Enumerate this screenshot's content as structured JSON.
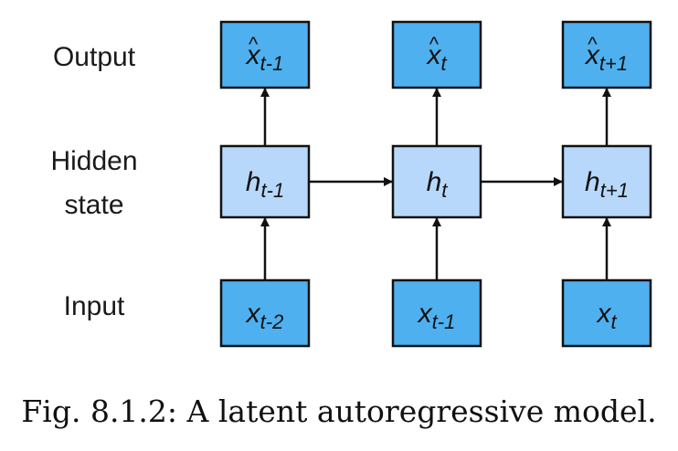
{
  "row_labels": {
    "output": "Output",
    "hidden_line1": "Hidden",
    "hidden_line2": "state",
    "input": "Input"
  },
  "columns": [
    {
      "output": {
        "base": "x",
        "hat": "^",
        "sub": "t-1"
      },
      "hidden": {
        "base": "h",
        "sub": "t-1"
      },
      "input": {
        "base": "x",
        "sub": "t-2"
      }
    },
    {
      "output": {
        "base": "x",
        "hat": "^",
        "sub": "t"
      },
      "hidden": {
        "base": "h",
        "sub": "t"
      },
      "input": {
        "base": "x",
        "sub": "t-1"
      }
    },
    {
      "output": {
        "base": "x",
        "hat": "^",
        "sub": "t+1"
      },
      "hidden": {
        "base": "h",
        "sub": "t+1"
      },
      "input": {
        "base": "x",
        "sub": "t"
      }
    }
  ],
  "colors": {
    "io_fill": "#4fb0ef",
    "hidden_fill": "#b7d8fb",
    "stroke": "#111111"
  },
  "caption": "Fig. 8.1.2: A latent autoregressive model."
}
